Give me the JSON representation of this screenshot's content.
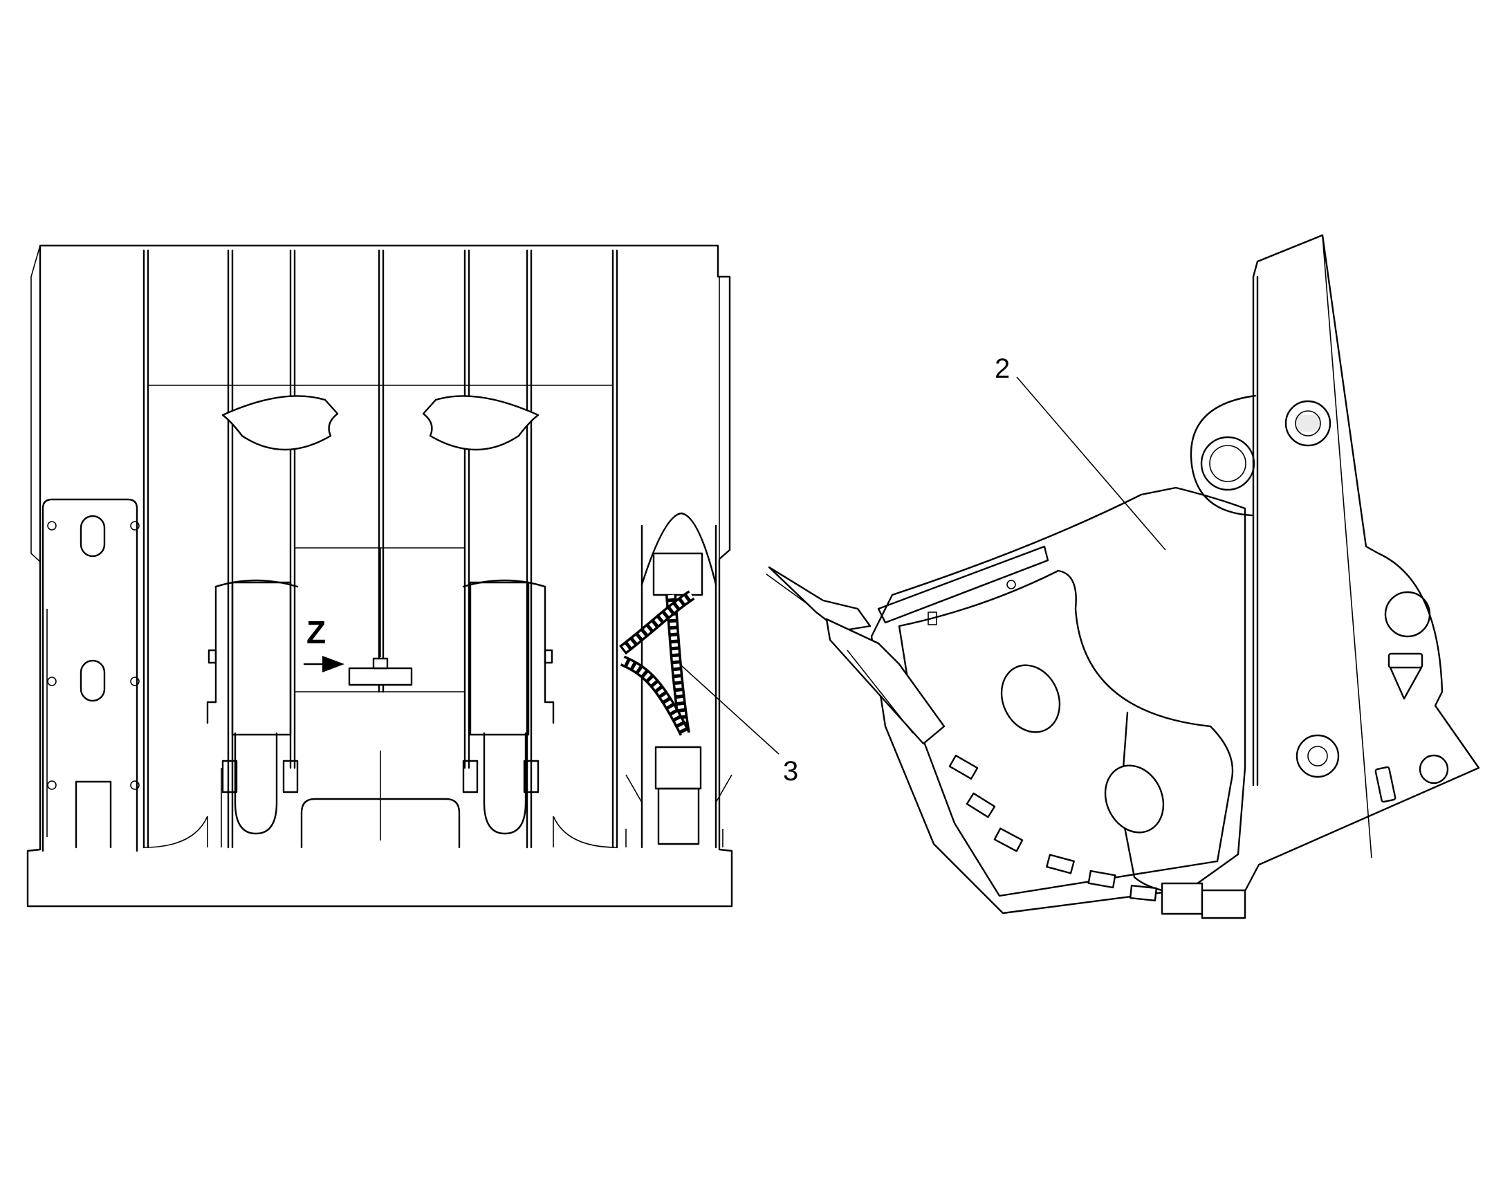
{
  "callouts": {
    "part_2": "2",
    "part_3": "3",
    "view_z": "Z"
  }
}
